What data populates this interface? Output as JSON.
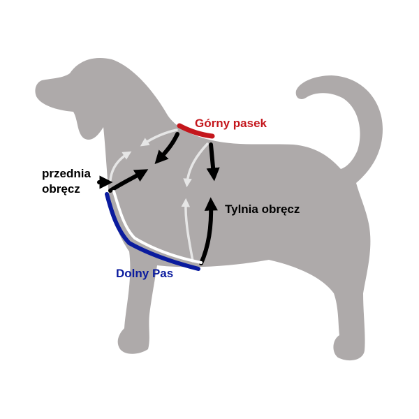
{
  "diagram": {
    "subject": "dog silhouette with harness strap measurement guide",
    "colors": {
      "body": "#aeaaaa",
      "top_strap": "#c4161c",
      "bottom_strap": "#0a1b9e",
      "arrow_dark": "#000000",
      "arrow_light": "#e6e6e6"
    },
    "labels": {
      "top_strap": "Górny pasek",
      "front_ring_line1": "przednia",
      "front_ring_line2": "obręcz",
      "rear_ring": "Tylnia obręcz",
      "bottom_strap": "Dolny Pas"
    }
  }
}
